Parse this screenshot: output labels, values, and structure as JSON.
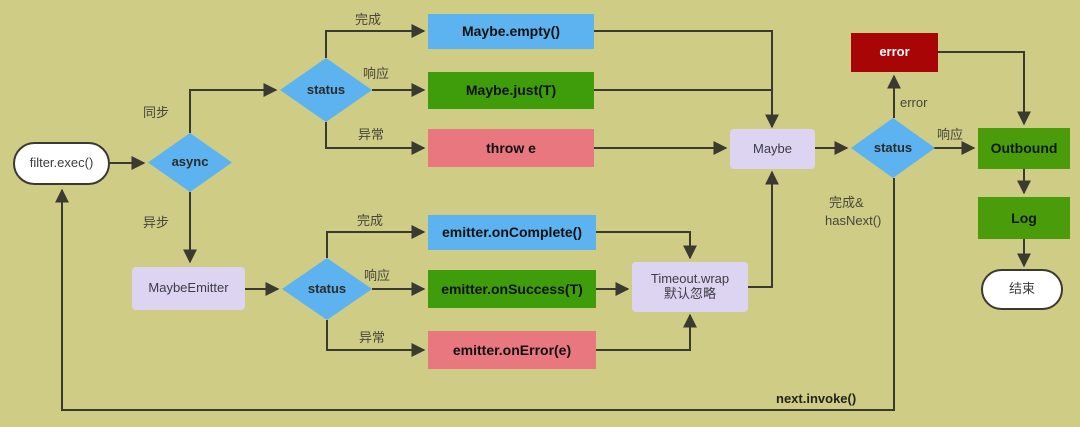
{
  "diagram": {
    "title": "filter.exec reactive flow",
    "background_color": "#cfcc85"
  },
  "palette": {
    "blue": "#5cb3f0",
    "green": "#3f9c0a",
    "red": "#e8777f",
    "dark_red": "#a80606",
    "lavender": "#ddd4f2",
    "outbound_green": "#4a9c0a",
    "line": "#3a3a32",
    "label_text": "#46463c"
  },
  "nodes": {
    "start": {
      "label": "filter.exec()",
      "shape": "oval"
    },
    "async_decision": {
      "label": "async",
      "shape": "diamond"
    },
    "status_sync": {
      "label": "status",
      "shape": "diamond"
    },
    "status_async": {
      "label": "status",
      "shape": "diamond"
    },
    "status_result": {
      "label": "status",
      "shape": "diamond"
    },
    "maybe_empty": {
      "label": "Maybe.empty()",
      "shape": "rect",
      "color": "blue"
    },
    "maybe_just": {
      "label": "Maybe.just(T)",
      "shape": "rect",
      "color": "green"
    },
    "throw_e": {
      "label": "throw e",
      "shape": "rect",
      "color": "red"
    },
    "maybe_emitter": {
      "label": "MaybeEmitter",
      "shape": "rect",
      "color": "lavender"
    },
    "emitter_on_complete": {
      "label": "emitter.onComplete()",
      "shape": "rect",
      "color": "blue"
    },
    "emitter_on_success": {
      "label": "emitter.onSuccess(T)",
      "shape": "rect",
      "color": "green"
    },
    "emitter_on_error": {
      "label": "emitter.onError(e)",
      "shape": "rect",
      "color": "red"
    },
    "timeout_wrap": {
      "label_line1": "Timeout.wrap",
      "label_line2": "默认忽略",
      "shape": "rect",
      "color": "lavender"
    },
    "maybe": {
      "label": "Maybe",
      "shape": "rect",
      "color": "lavender"
    },
    "error": {
      "label": "error",
      "shape": "rect",
      "color": "dark_red"
    },
    "outbound": {
      "label": "Outbound",
      "shape": "rect",
      "color": "outbound_green"
    },
    "log": {
      "label": "Log",
      "shape": "rect",
      "color": "outbound_green"
    },
    "end": {
      "label": "结束",
      "shape": "oval"
    }
  },
  "edge_labels": {
    "sync": "同步",
    "async": "异步",
    "complete_top": "完成",
    "response_top": "响应",
    "exception_top": "异常",
    "complete_bottom": "完成",
    "response_bottom": "响应",
    "exception_bottom": "异常",
    "error": "error",
    "response_right": "响应",
    "complete_hasnext_line1": "完成&",
    "complete_hasnext_line2": "hasNext()",
    "next_invoke": "next.invoke()"
  }
}
